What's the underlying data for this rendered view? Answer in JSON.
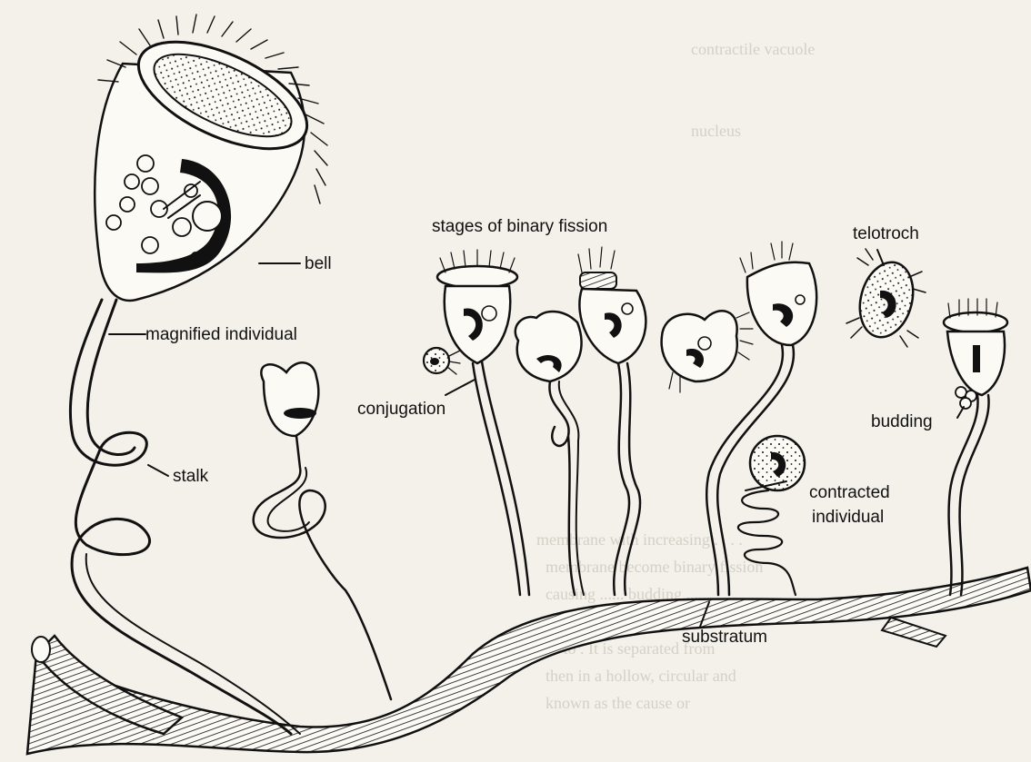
{
  "labels": {
    "bell": "bell",
    "magnified_individual": "magnified individual",
    "stalk": "stalk",
    "conjugation": "conjugation",
    "stages_of_binary_fission": "stages of binary fission",
    "telotroch": "telotroch",
    "budding": "budding",
    "contracted_individual_line1": "contracted",
    "contracted_individual_line2": "individual",
    "substratum": "substratum"
  }
}
